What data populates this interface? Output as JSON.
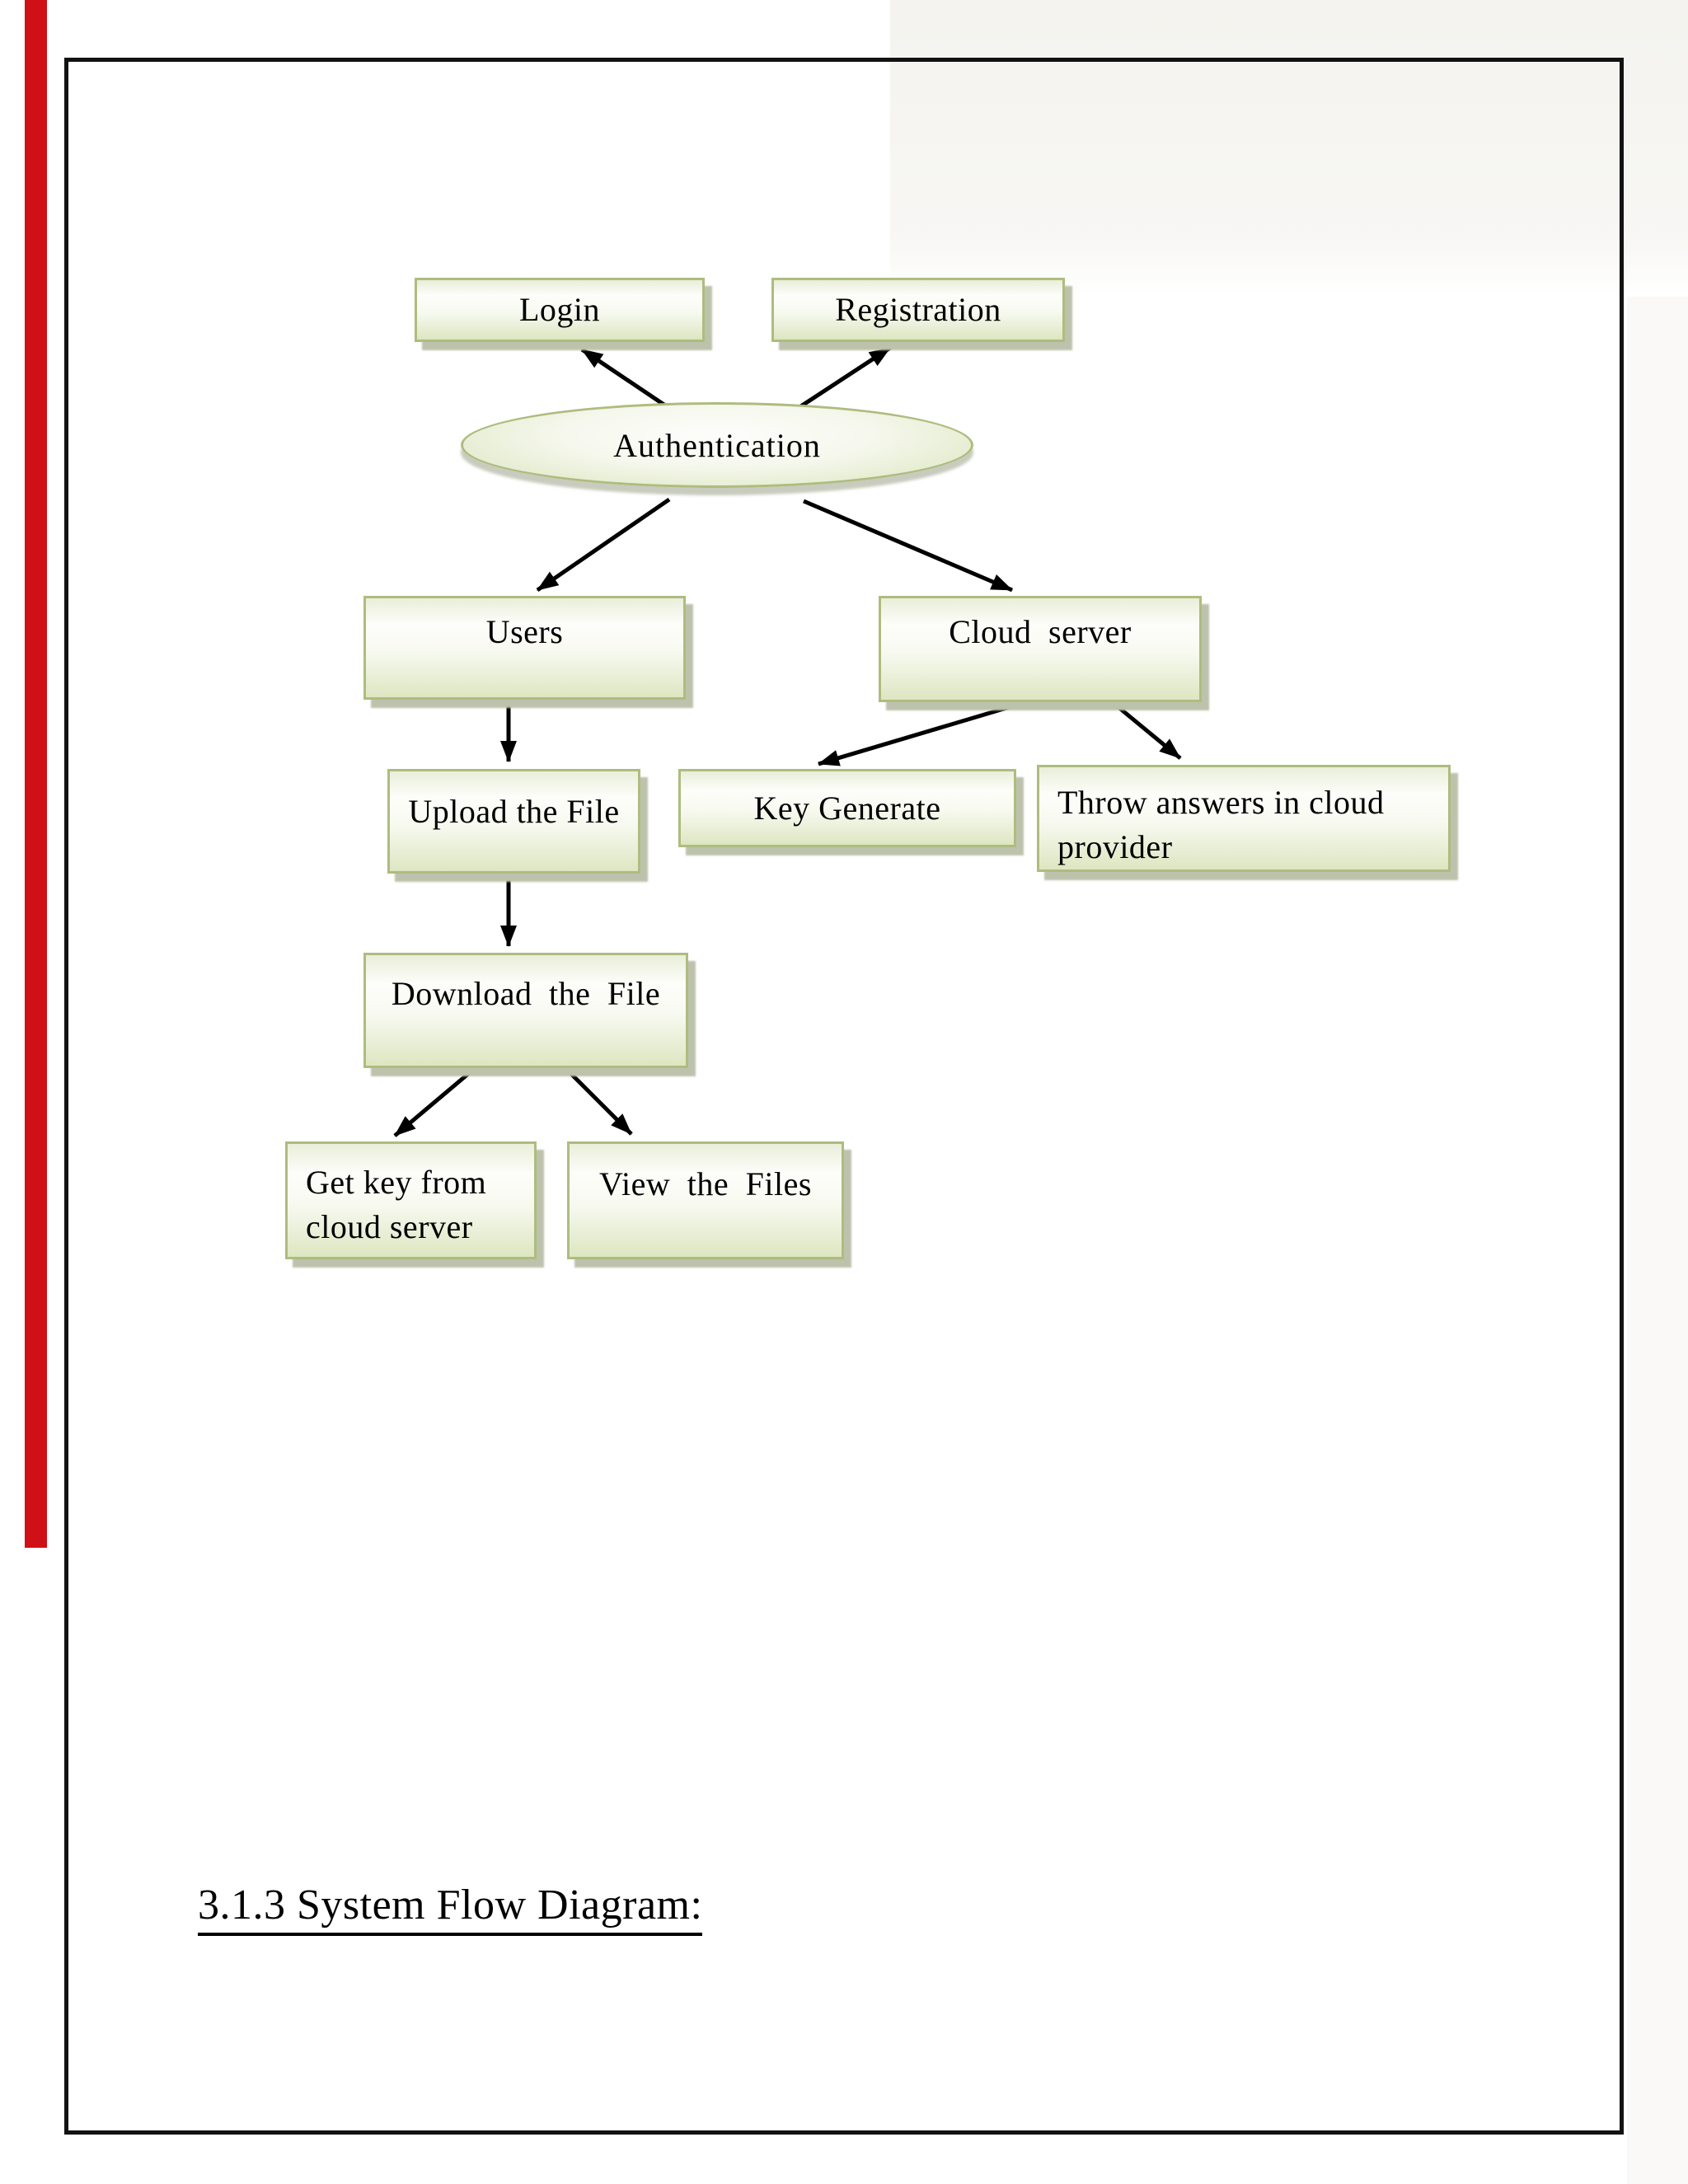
{
  "document": {
    "heading": "3.1.3 System Flow Diagram:"
  },
  "diagram": {
    "nodes": {
      "login": {
        "label": "Login"
      },
      "registration": {
        "label": "Registration"
      },
      "authentication": {
        "label": "Authentication"
      },
      "users": {
        "label": "Users"
      },
      "cloud_server": {
        "label": "Cloud server"
      },
      "upload_file": {
        "label": "Upload the File"
      },
      "key_generate": {
        "label": "Key Generate"
      },
      "throw_answers": {
        "label": "Throw answers in cloud provider"
      },
      "download_file": {
        "label": "Download the File"
      },
      "get_key": {
        "label": "Get key from cloud server"
      },
      "view_files": {
        "label": "View the Files"
      }
    }
  },
  "colors": {
    "page_bg": "#ffffff",
    "frame_border": "#121212",
    "red_bar": "#cf1016",
    "node_border": "#aebc7e",
    "node_fill_top": "#fdfdfa",
    "node_fill_bottom": "#dde6c1",
    "node_shadow": "#bdc2ac",
    "arrow": "#000000"
  }
}
